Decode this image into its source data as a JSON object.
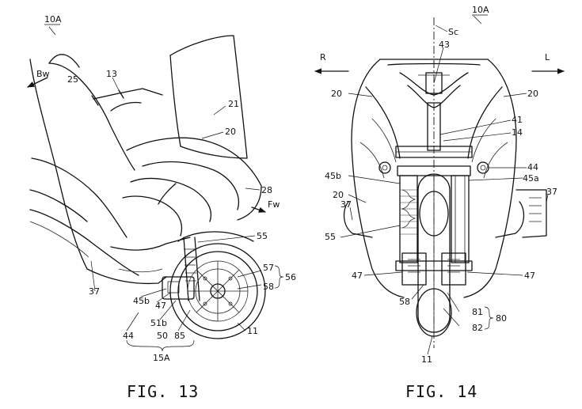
{
  "fig13": {
    "ref_top": "10A",
    "caption": "FIG. 13",
    "labels": {
      "bw": "Bw",
      "fw": "Fw",
      "n25": "25",
      "n13": "13",
      "n21": "21",
      "n20": "20",
      "n28": "28",
      "n55": "55",
      "n57": "57",
      "n58": "58",
      "n56": "56",
      "n37": "37",
      "n45b": "45b",
      "n47": "47",
      "n51b": "51b",
      "n44": "44",
      "n50": "50",
      "n85": "85",
      "n11": "11",
      "n15a": "15A"
    }
  },
  "fig14": {
    "ref_top": "10A",
    "caption": "FIG. 14",
    "labels": {
      "sc": "Sc",
      "r": "R",
      "l": "L",
      "n43": "43",
      "n20a": "20",
      "n20b": "20",
      "n20c": "20",
      "n41": "41",
      "n14": "14",
      "n44": "44",
      "n45b": "45b",
      "n45a": "45a",
      "n37a": "37",
      "n37b": "37",
      "n55": "55",
      "n47a": "47",
      "n47b": "47",
      "n58": "58",
      "n81": "81",
      "n82": "82",
      "n80": "80",
      "n11": "11"
    }
  }
}
